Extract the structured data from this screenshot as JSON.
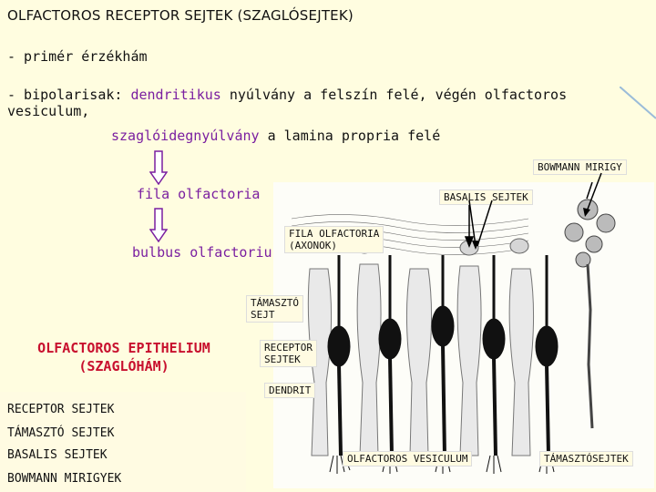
{
  "title": "OLFACTOROS RECEPTOR SEJTEK (SZAGLÓSEJTEK)",
  "line1": "- primér érzékhám",
  "line2": {
    "prefix": "- bipolarisak: ",
    "highlight": "dendritikus",
    "suffix": " nyúlvány a felszín felé, végén olfactoros vesiculum,"
  },
  "line3": {
    "highlight": "szaglóidegnyúlvány",
    "suffix": " a lamina propria felé"
  },
  "flow": {
    "step1": "fila olfactoria",
    "step2": "bulbus olfactorius"
  },
  "heading": {
    "line1": "OLFACTOROS EPITHELIUM",
    "line2": "(SZAGLÓHÁM)"
  },
  "labels": {
    "bowmann": "BOWMANN MIRIGY",
    "basalis": "BASALIS SEJTEK",
    "fila_line1": "FILA OLFACTORIA",
    "fila_line2": "(AXONOK)",
    "tamaszto_line1": "TÁMASZTÓ",
    "tamaszto_line2": "SEJT",
    "receptor_line1": "RECEPTOR",
    "receptor_line2": "SEJTEK",
    "dendrit": "DENDRIT",
    "vesiculum": "OLFACTOROS VESICULUM",
    "tamasztosejtek": "TÁMASZTÓSEJTEK"
  },
  "legend": [
    "RECEPTOR  SEJTEK",
    "TÁMASZTÓ SEJTEK",
    "BASALIS SEJTEK",
    "BOWMANN MIRIGYEK"
  ],
  "colors": {
    "purple": "#7a1fa0",
    "red": "#c8102e",
    "background": "#fffde0"
  }
}
